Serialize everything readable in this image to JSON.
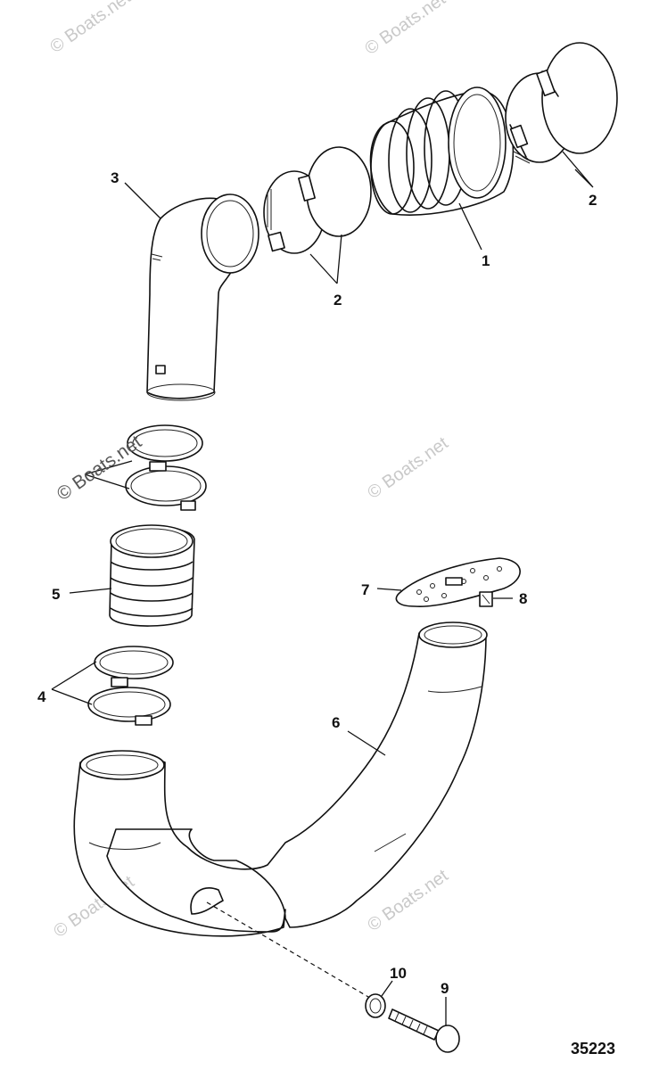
{
  "callouts": {
    "c1": "1",
    "c2a": "2",
    "c2b": "2",
    "c3": "3",
    "c4": "4",
    "c5": "5",
    "c6": "6",
    "c7": "7",
    "c8": "8",
    "c9": "9",
    "c10": "10"
  },
  "figure_number": "35223",
  "watermarks": [
    "© Boats.net",
    "© Boats.net",
    "© Boats.net",
    "© Boats.net",
    "© Boats.net",
    "© Boats.net"
  ]
}
